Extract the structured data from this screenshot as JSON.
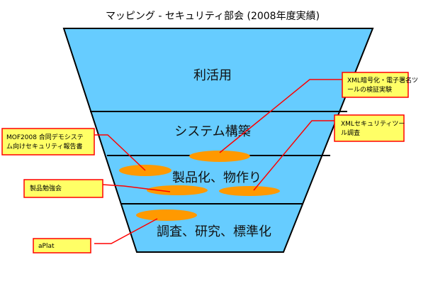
{
  "title": "マッピング - セキュリティ部会 (2008年度実績)",
  "layers": [
    "利活用",
    "システム構築",
    "製品化、物作り",
    "調査、研究、標準化"
  ],
  "callouts": [
    {
      "lines": [
        "XML暗号化・電子署名ツ",
        "ールの検証実験"
      ]
    },
    {
      "lines": [
        "XMLセキュリティツー",
        "ル調査"
      ]
    },
    {
      "lines": [
        "MOF2008 合同デモシステ",
        "ム向けセキュリティ報告書"
      ]
    },
    {
      "lines": [
        "製品勉強会"
      ]
    },
    {
      "lines": [
        "aPlat"
      ]
    }
  ],
  "colors": {
    "funnel": "#66ccff",
    "ellipse": "#ff9900",
    "callout_fill": "#ffff66",
    "callout_border": "#ff0000"
  }
}
